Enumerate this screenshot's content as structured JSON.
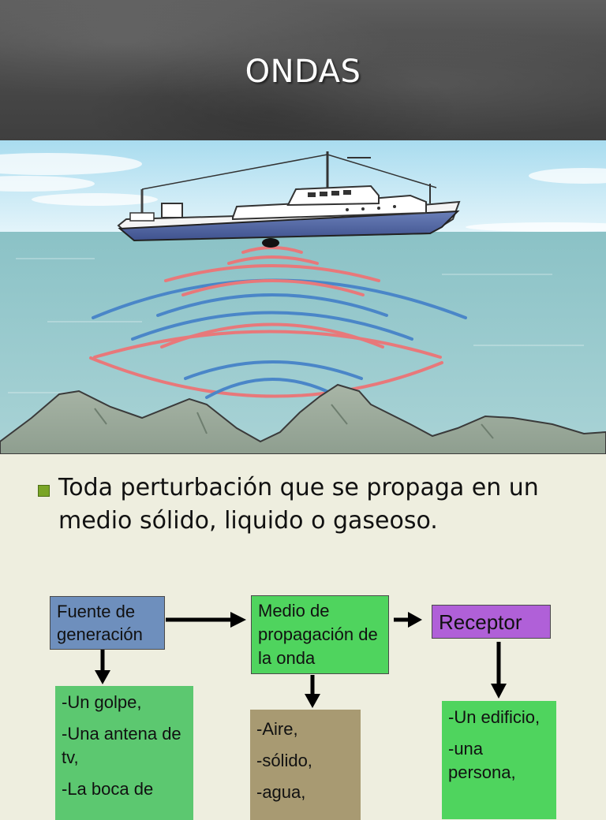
{
  "slide": {
    "title": "ONDAS",
    "bullet": "Toda perturbación que se propaga en un medio sólido, liquido o gaseoso."
  },
  "diagram": {
    "source": {
      "label": "Fuente de generación",
      "items": [
        "-Un golpe,",
        "-Una antena de tv,",
        "-La boca de"
      ]
    },
    "medium": {
      "label": "Medio de propagación de la onda",
      "items": [
        "-Aire,",
        "-sólido,",
        "-agua,"
      ]
    },
    "receiver": {
      "label": "Receptor",
      "items": [
        "-Un edificio,",
        "-una persona,"
      ]
    }
  },
  "colors": {
    "header": "#4a4a4a",
    "background": "#eeeedf",
    "bullet": "#7aa526",
    "source_box": "#6e8fbd",
    "medium_box": "#4fd45e",
    "receiver_box": "#b060d8",
    "source_list": "#5cc870",
    "medium_list": "#a89a72",
    "receiver_list": "#4fd45e",
    "wave_red": "#e8787a",
    "wave_blue": "#4a86c8",
    "sky": "#c6e8f4",
    "sea": "#8fc3c4"
  }
}
